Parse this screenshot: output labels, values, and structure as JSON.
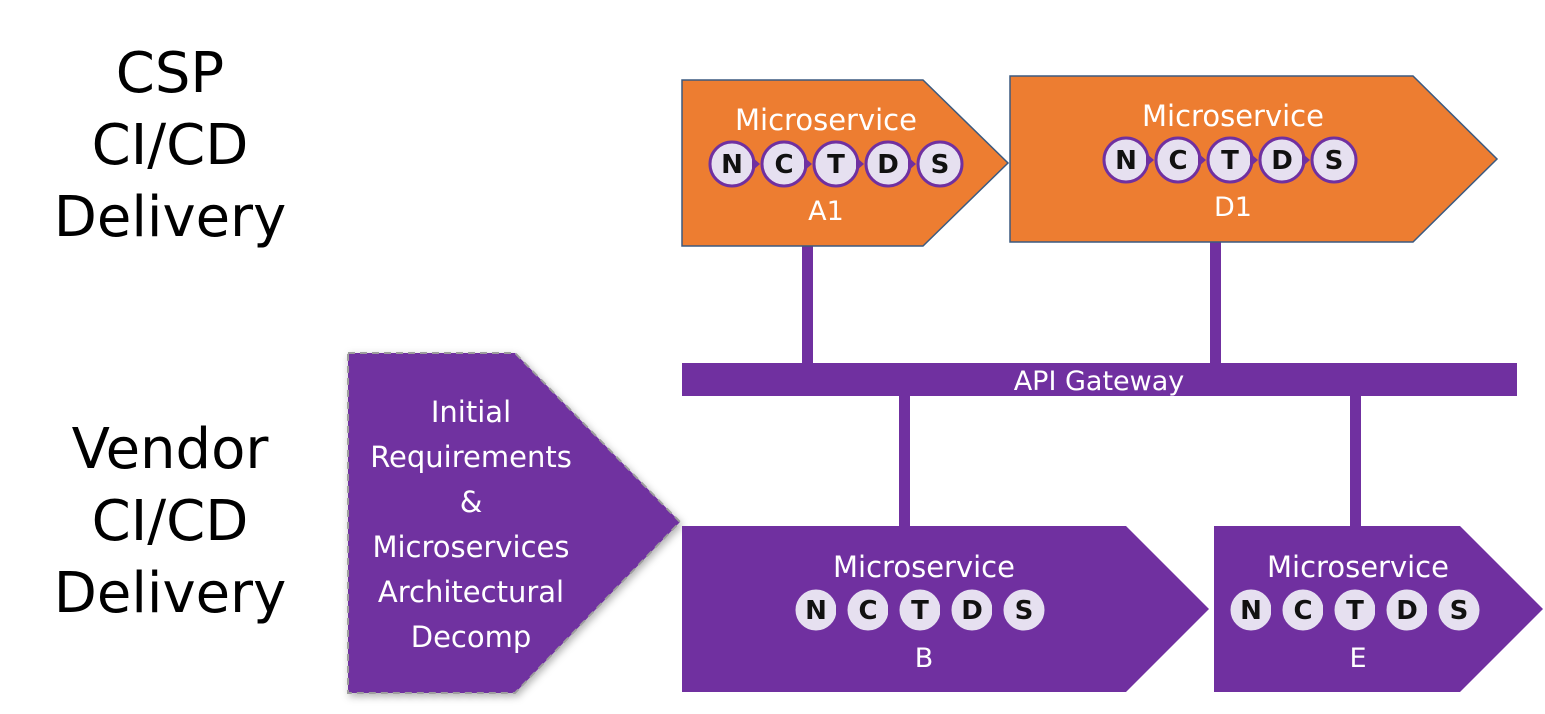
{
  "labels": {
    "csp": [
      "CSP",
      "CI/CD",
      "Delivery"
    ],
    "vendor": [
      "Vendor",
      "CI/CD",
      "Delivery"
    ]
  },
  "gateway": {
    "label": "API Gateway"
  },
  "initial": {
    "lines": [
      "Initial",
      "Requirements",
      "&",
      "Microservices",
      "Architectural",
      "Decomp"
    ]
  },
  "microservices": [
    {
      "title": "Microservice",
      "stages": [
        "N",
        "C",
        "T",
        "D",
        "S"
      ],
      "id": "A1",
      "row": "csp"
    },
    {
      "title": "Microservice",
      "stages": [
        "N",
        "C",
        "T",
        "D",
        "S"
      ],
      "id": "D1",
      "row": "csp"
    },
    {
      "title": "Microservice",
      "stages": [
        "N",
        "C",
        "T",
        "D",
        "S"
      ],
      "id": "B",
      "row": "vendor"
    },
    {
      "title": "Microservice",
      "stages": [
        "N",
        "C",
        "T",
        "D",
        "S"
      ],
      "id": "E",
      "row": "vendor"
    }
  ],
  "colors": {
    "orange": "#ED7D31",
    "purple": "#7030A0",
    "stage_fill": "#E6E0F0",
    "stage_stroke": "#7030A0"
  }
}
